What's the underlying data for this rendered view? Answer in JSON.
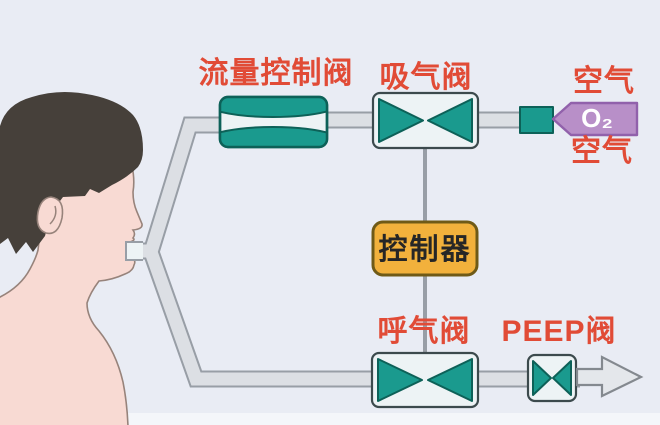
{
  "diagram": {
    "labels": {
      "flow_control_valve": "流量控制阀",
      "inspiratory_valve": "吸气阀",
      "air_top": "空气",
      "oxygen": "O₂",
      "air_bottom": "空气",
      "controller": "控制器",
      "expiratory_valve": "呼气阀",
      "peep_valve": "PEEP阀"
    },
    "colors": {
      "background": "#e9ecf4",
      "background-strip": "#f4f6fa",
      "label-red": "#e14b36",
      "teal": "#1a9a8e",
      "teal-dark": "#0d6158",
      "valve-body": "#edf3f5",
      "valve-border": "#3c4a4d",
      "pipe-fill": "#dcdfe4",
      "pipe-outline": "#989ea6",
      "controller-fill": "#f2b13c",
      "controller-border": "#6f5a17",
      "controller-text": "#262626",
      "oxygen-fill": "#b88fc8",
      "oxygen-border": "#9161ab",
      "oxygen-text": "#ffffff",
      "arrow-fill": "#e4e7eb",
      "arrow-outline": "#84898f",
      "skin": "#f8dad3",
      "skin-outline": "#97837b",
      "hair": "#46403a"
    }
  }
}
